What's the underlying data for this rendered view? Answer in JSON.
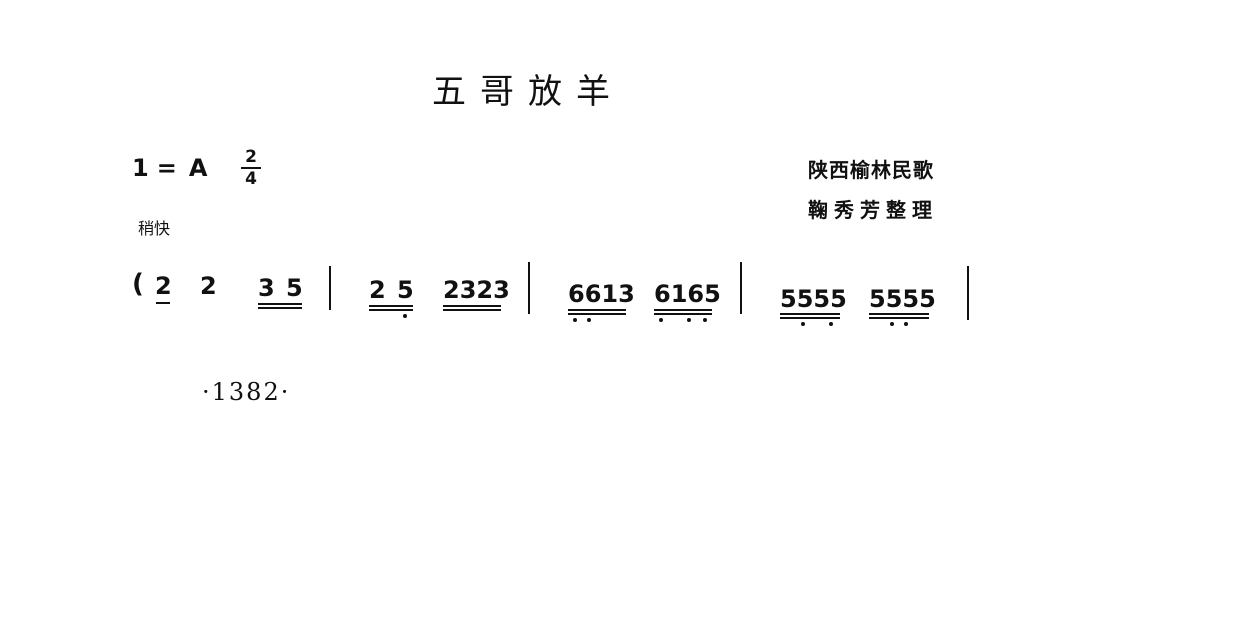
{
  "title": "五哥放羊",
  "key": {
    "one": "1",
    "equals": "=",
    "letter": "A"
  },
  "time_signature": {
    "numerator": "2",
    "denominator": "4"
  },
  "tempo": "稍快",
  "origin": "陕西榆林民歌",
  "arranger": "鞠秀芳整理",
  "score": {
    "open_paren": "(",
    "m1": {
      "a": "2",
      "b": "2",
      "c": "3",
      "d": "5"
    },
    "m2": {
      "a": "2",
      "b": "5",
      "c": "2323"
    },
    "m3": {
      "a": "6613",
      "b": "6165"
    },
    "m4": {
      "a": "5555",
      "b": "5555"
    }
  },
  "page_number": "·1382·"
}
